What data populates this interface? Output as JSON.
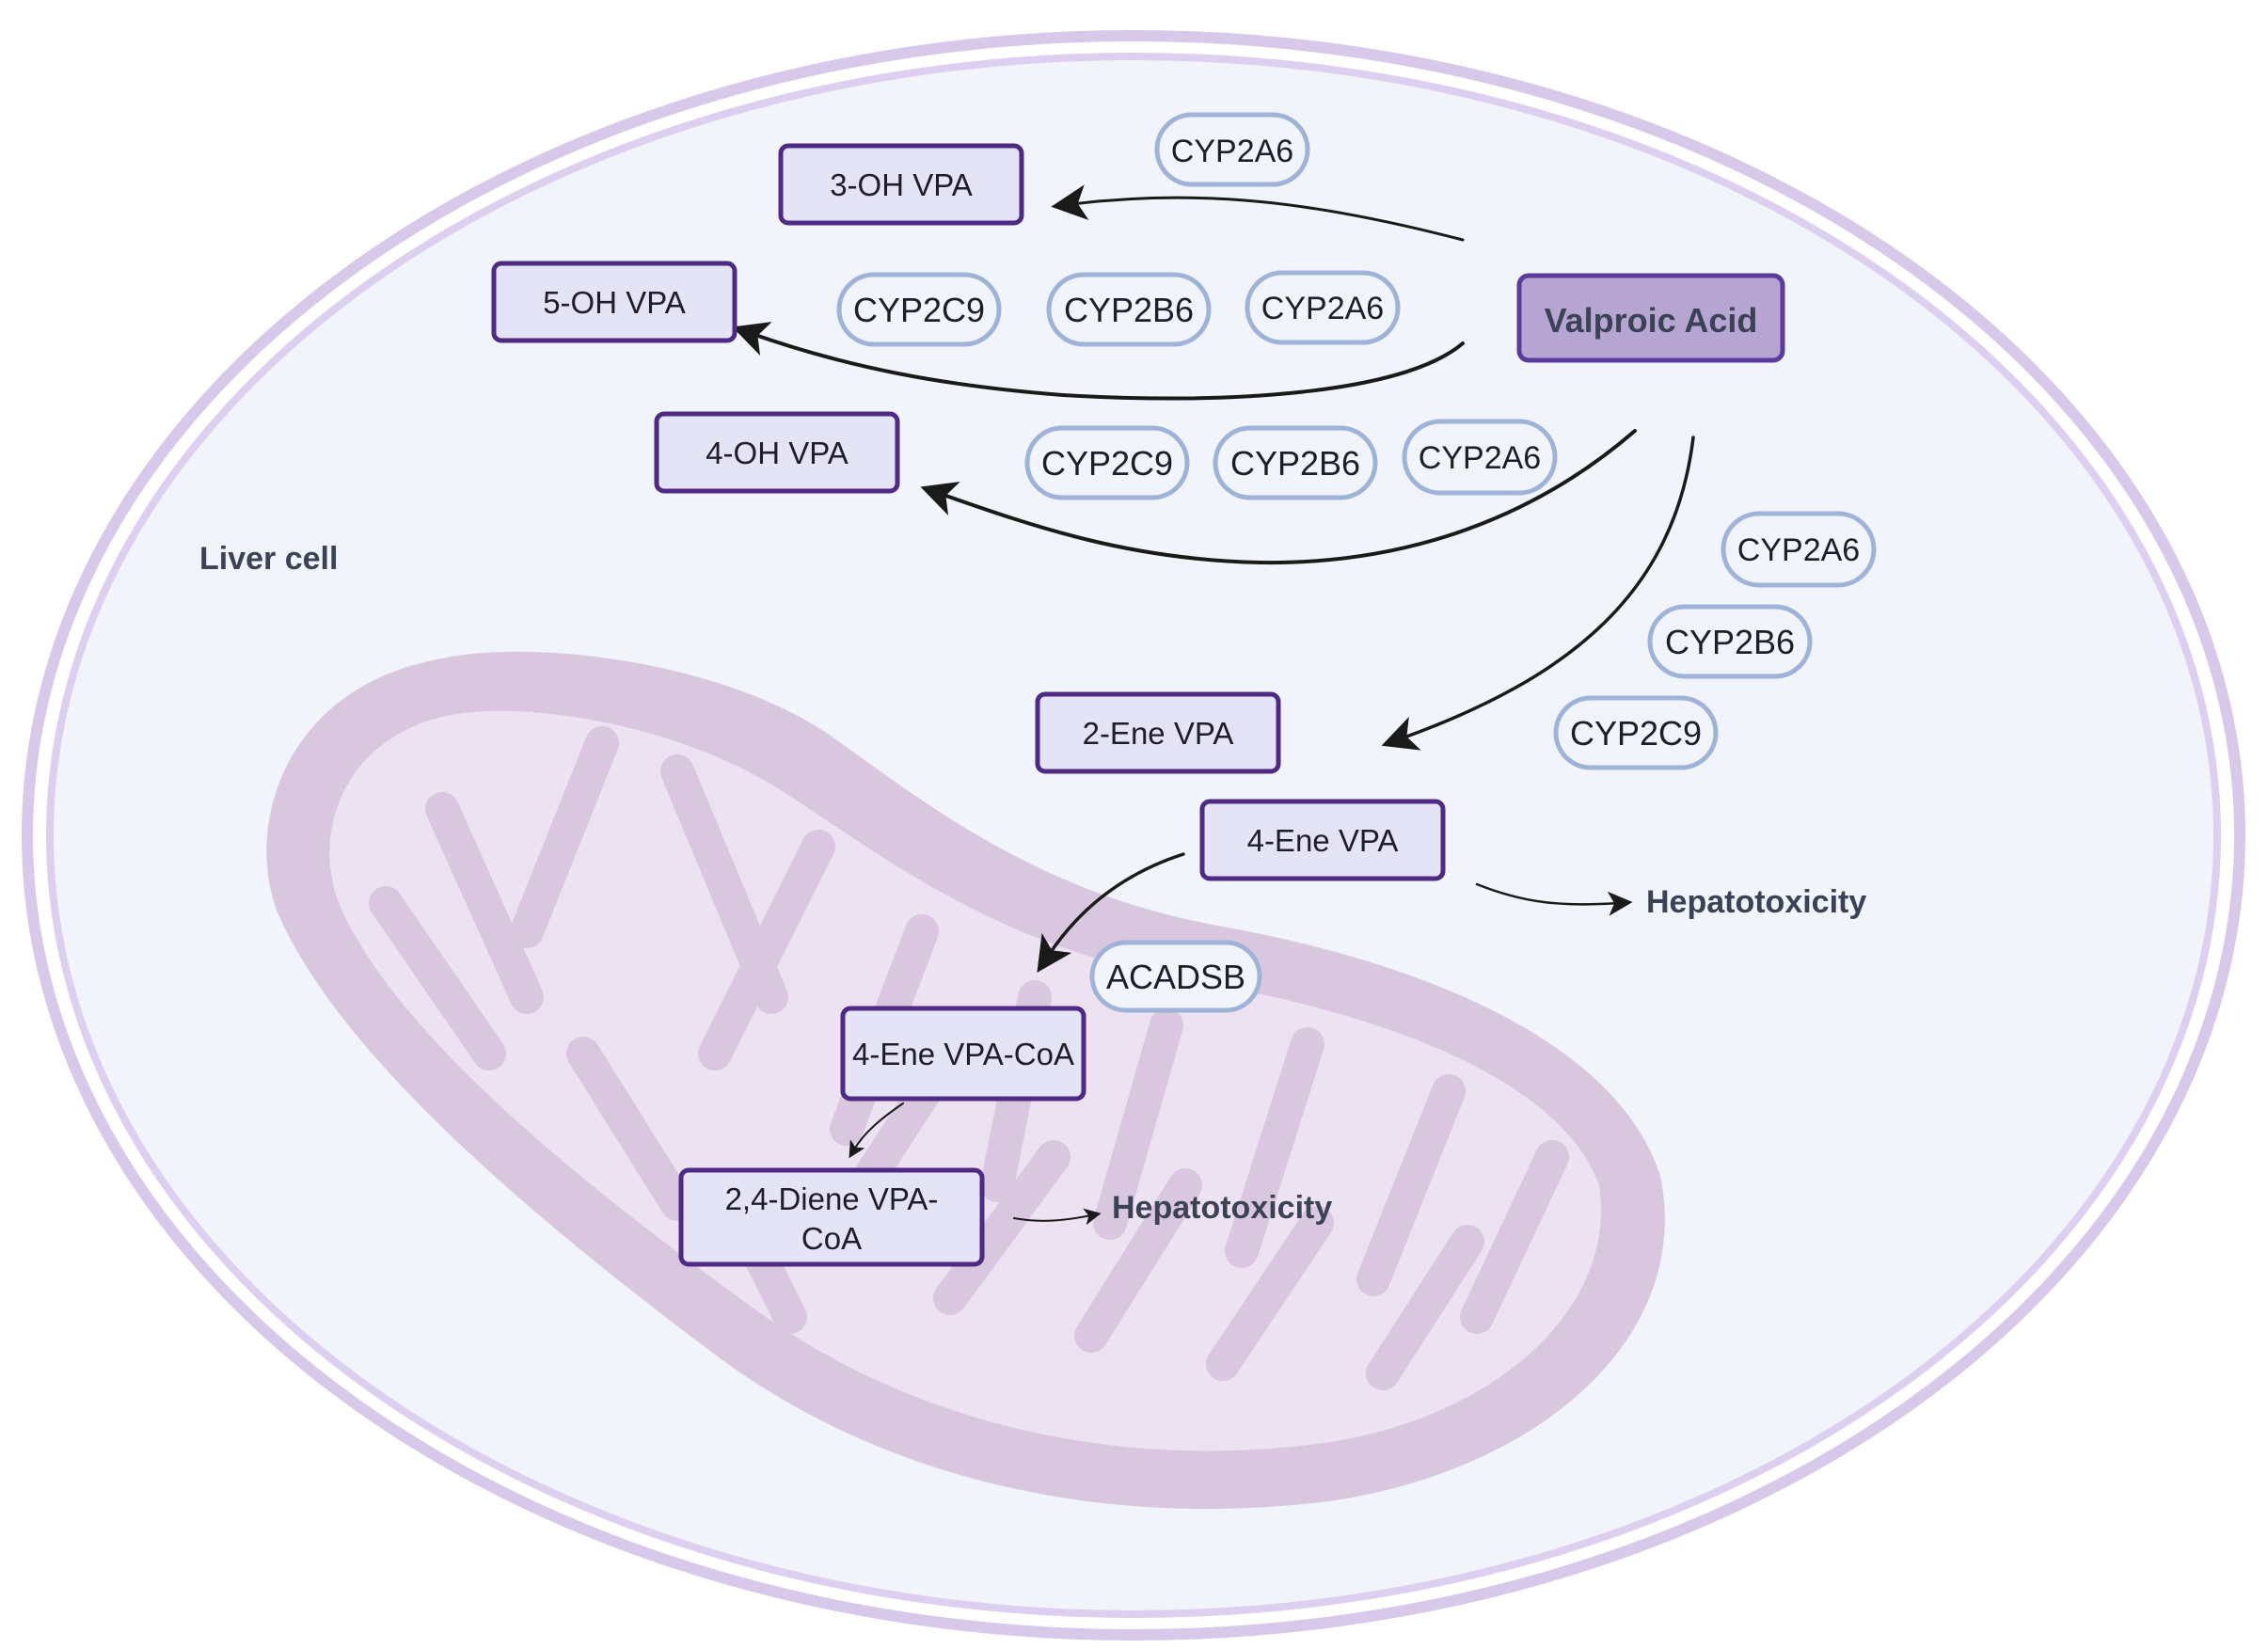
{
  "cell_label": "Liver cell",
  "source": "Valproic Acid",
  "metabolites": {
    "oh3": "3-OH VPA",
    "oh5": "5-OH VPA",
    "oh4": "4-OH VPA",
    "ene2": "2-Ene VPA",
    "ene4": "4-Ene VPA",
    "ene4_coa": "4-Ene VPA-CoA",
    "diene_line1": "2,4-Diene VPA-",
    "diene_line2": "CoA"
  },
  "enzymes": {
    "cyp2a6": "CYP2A6",
    "cyp2b6": "CYP2B6",
    "cyp2c9": "CYP2C9",
    "acadsb": "ACADSB"
  },
  "outcomes": {
    "hepatotoxicity": "Hepatotoxicity"
  },
  "colors": {
    "cell_fill": "#f1f4fa",
    "membrane": "#d8c8ea",
    "mitochondrion": "#d9c7df",
    "mito_inner": "#ece2f1",
    "box_fill": "#e5e3f6",
    "box_border": "#4e2a84",
    "source_fill": "#b6a5d3",
    "enzyme_border": "#9fb3d8",
    "arrow": "#1a1a1a"
  }
}
